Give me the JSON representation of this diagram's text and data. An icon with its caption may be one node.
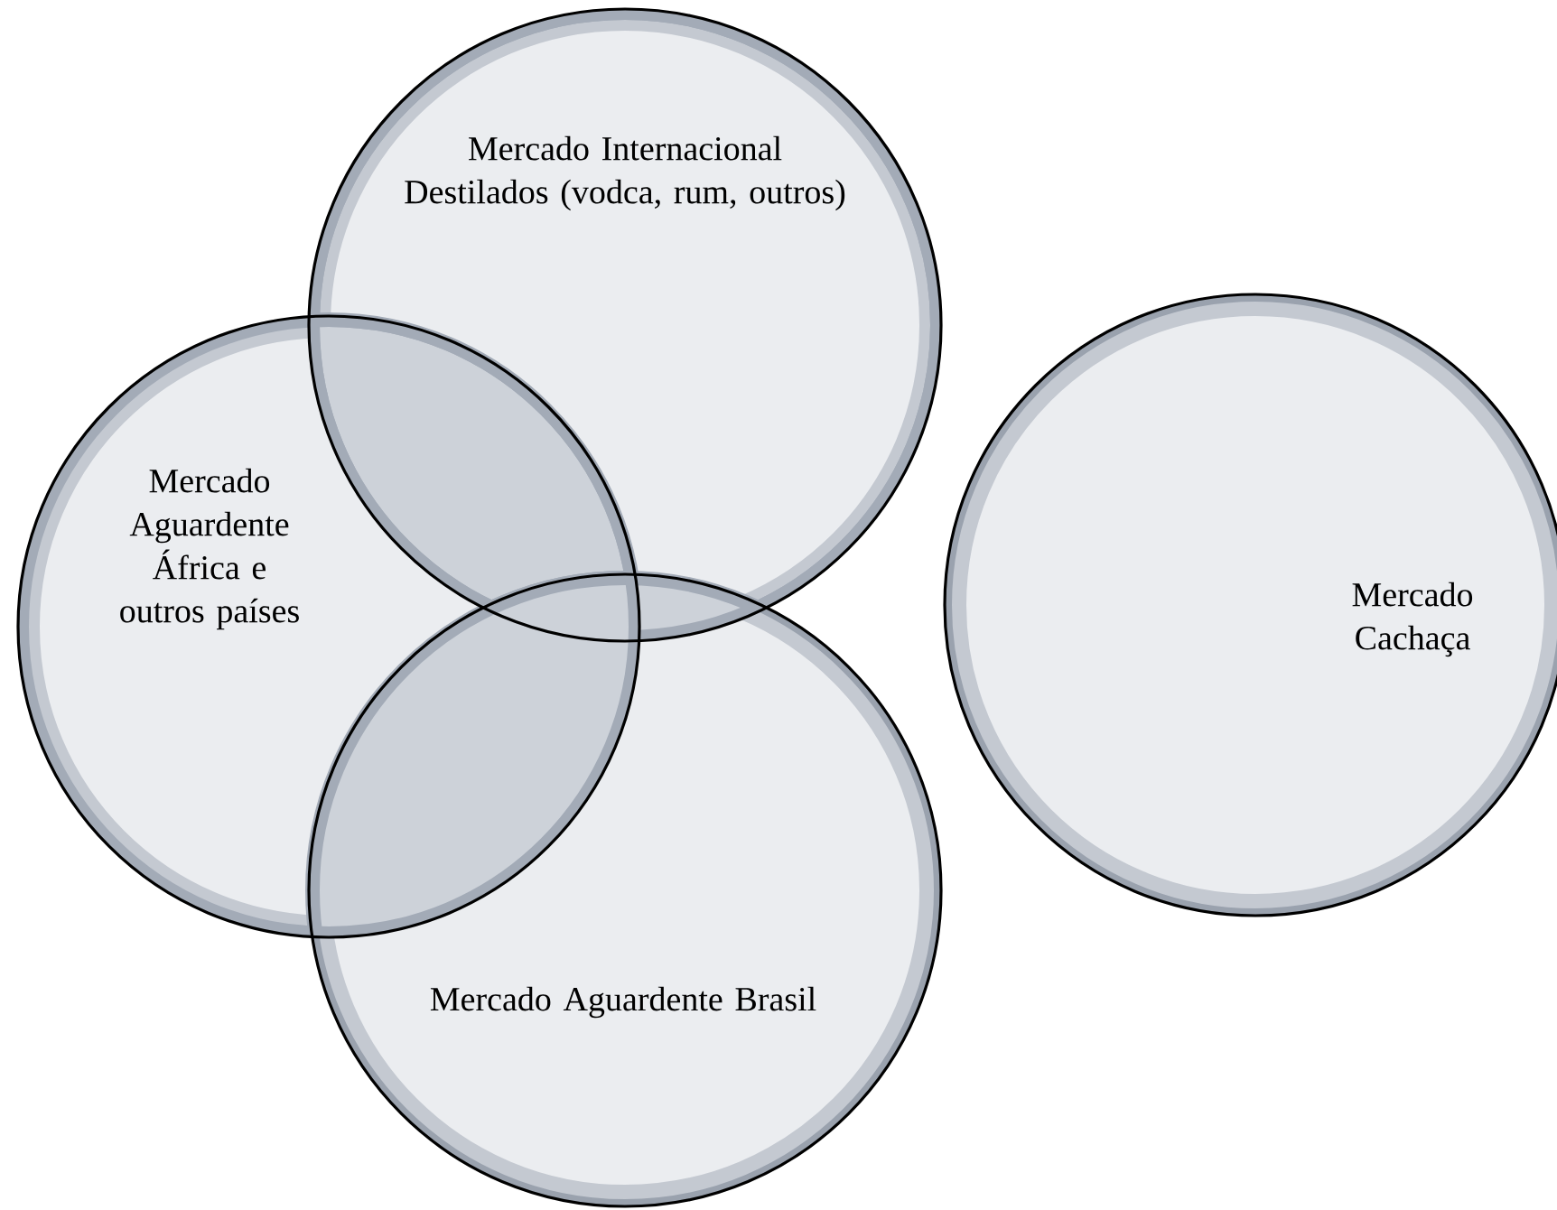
{
  "diagram": {
    "nodes": [
      {
        "text": [
          "Mercado Internacional Destilados (vodca, rum, outros)"
        ]
      },
      {
        "text": [
          "Mercado Aguardente África e outros países"
        ]
      },
      {
        "text": [
          "Mercado Cachaça"
        ]
      },
      {
        "text": [
          "Mercado Aguardente Brasil"
        ]
      }
    ]
  }
}
